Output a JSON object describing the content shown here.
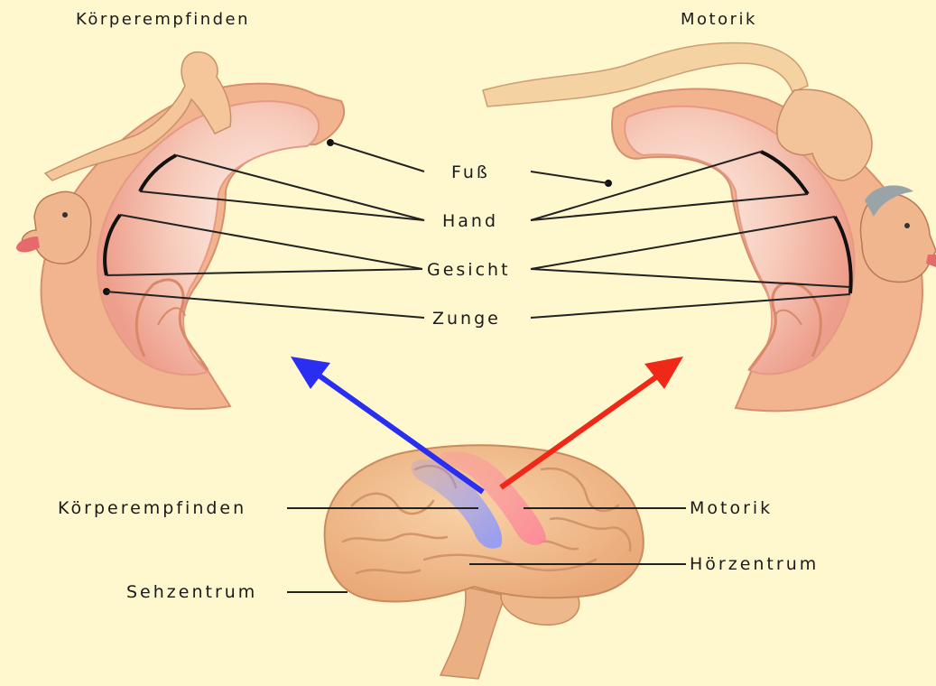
{
  "headers": {
    "left": "Körperempfinden",
    "right": "Motorik"
  },
  "body_parts": [
    "Fuß",
    "Hand",
    "Gesicht",
    "Zunge"
  ],
  "brain_labels": {
    "sensory": "Körperempfinden",
    "motor": "Motorik",
    "auditory": "Hörzentrum",
    "visual": "Sehzentrum"
  },
  "colors": {
    "background": "#fff8cf",
    "sensory_arrow": "#2a2ef0",
    "motor_arrow": "#f02818",
    "cortex": "#f1b48f",
    "cortex_inner": "#f7cdbb",
    "brain": "#f2bf8c"
  }
}
